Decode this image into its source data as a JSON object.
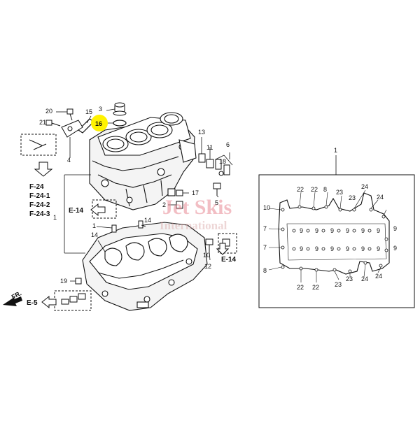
{
  "watermark": {
    "line1": "Jet Skis",
    "line2": "International",
    "color": "#e88a95"
  },
  "highlight": {
    "label": "16",
    "color": "#fff200"
  },
  "callouts": {
    "n20": "20",
    "n21": "21",
    "n15": "15",
    "n3": "3",
    "n4": "4",
    "n13": "13",
    "n11": "11",
    "n6": "6",
    "n18": "18",
    "n5": "5",
    "n17": "17",
    "n2": "2",
    "n14": "14",
    "n1_left": "1",
    "n1_small": "1",
    "n14_lower": "14",
    "n12": "12",
    "n10_left": "10",
    "n19": "19",
    "n1_gasket": "1"
  },
  "refs": {
    "f24": "F-24",
    "f241": "F-24-1",
    "f242": "F-24-2",
    "f243": "F-24-3",
    "e14_left": "E-14",
    "e14_right": "E-14",
    "e5": "E-5",
    "fr": "FR."
  },
  "gasket_labels": {
    "top": [
      "22",
      "22",
      "8",
      "23",
      "23",
      "24",
      "24"
    ],
    "left": [
      "10",
      "7",
      "7",
      "8"
    ],
    "nines_top": [
      "9",
      "9",
      "9",
      "9",
      "9",
      "9"
    ],
    "nines_bottom": [
      "9",
      "9",
      "9",
      "9",
      "9",
      "9"
    ],
    "right": [
      "9",
      "9"
    ],
    "bottom": [
      "22",
      "22",
      "23",
      "23",
      "24",
      "24"
    ]
  }
}
